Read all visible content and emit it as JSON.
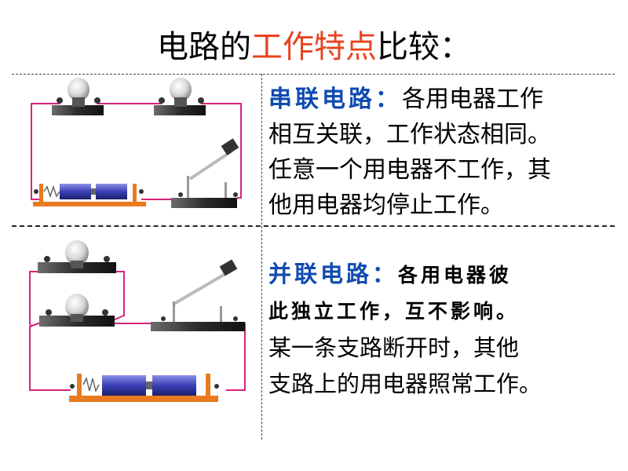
{
  "title": {
    "prefix": "电路的",
    "highlight": "工作特点",
    "suffix": "比较：",
    "highlight_color": "#e8431f"
  },
  "series": {
    "label": "串联电路：",
    "lines": [
      "各用电器工作",
      "相互关联，工作状态相同。",
      "任意一个用电器不工作，其",
      "他用电器均停止工作。"
    ]
  },
  "parallel": {
    "label": "并联电路：",
    "bold_lines": [
      "各用电器彼",
      "此独立工作，互不影响。"
    ],
    "lines": [
      "某一条支路断开时，其他",
      "支路上的用电器照常工作。"
    ]
  },
  "colors": {
    "label": "#0f4bb0",
    "wire": "#d6237e",
    "battery": "#3a3fb5",
    "base": "#ea7a1f"
  }
}
